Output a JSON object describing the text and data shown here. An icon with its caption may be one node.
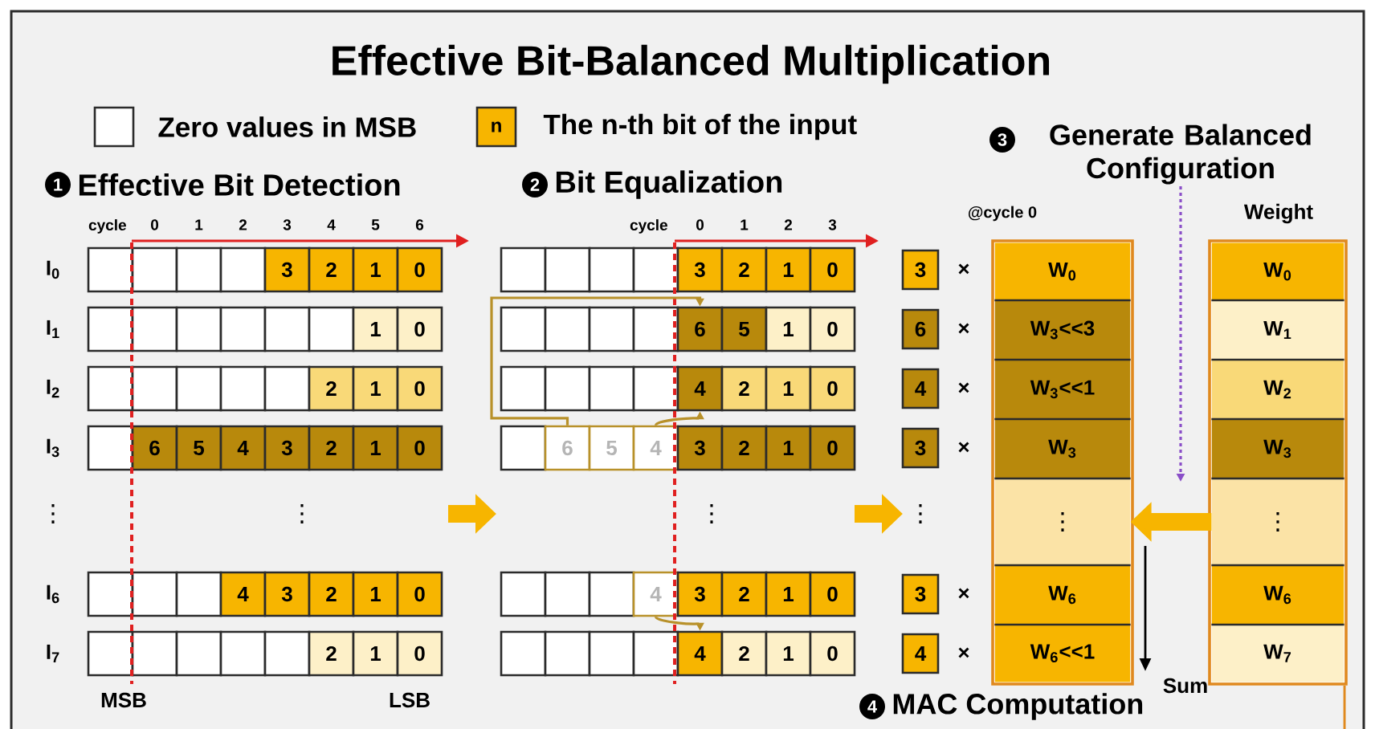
{
  "diagram": {
    "title": "Effective Bit-Balanced Multiplication",
    "nodes": [
      {
        "text": [],
        "shape": "box"
      },
      {
        "text": [],
        "shape": "box"
      },
      {
        "text": [],
        "shape": "box"
      },
      {
        "text": [],
        "shape": "box"
      },
      {
        "text": [
          "3"
        ]
      },
      {
        "text": [
          "2"
        ]
      },
      {
        "text": [
          "1"
        ]
      },
      {
        "text": [
          "0"
        ]
      },
      {
        "text": [],
        "shape": "box"
      },
      {
        "text": [],
        "shape": "box"
      },
      {
        "text": [],
        "shape": "box"
      },
      {
        "text": [],
        "shape": "box"
      },
      {
        "text": [],
        "shape": "box"
      },
      {
        "text": [],
        "shape": "box"
      },
      {
        "text": [
          "1"
        ]
      },
      {
        "text": [
          "0"
        ]
      },
      {
        "text": [],
        "shape": "box"
      },
      {
        "text": [],
        "shape": "box"
      },
      {
        "text": [],
        "shape": "box"
      },
      {
        "text": [],
        "shape": "box"
      },
      {
        "text": [],
        "shape": "box"
      },
      {
        "text": [
          "2"
        ]
      },
      {
        "text": [
          "1"
        ]
      },
      {
        "text": [
          "0"
        ]
      },
      {
        "text": [],
        "shape": "box"
      },
      {
        "text": [
          "6"
        ]
      },
      {
        "text": [
          "5"
        ]
      },
      {
        "text": [
          "4"
        ]
      },
      {
        "text": [
          "3"
        ]
      },
      {
        "text": [
          "2"
        ]
      },
      {
        "text": [
          "1"
        ]
      },
      {
        "text": [
          "0"
        ]
      },
      {
        "text": [],
        "shape": "box"
      },
      {
        "text": [],
        "shape": "box"
      },
      {
        "text": [],
        "shape": "box"
      },
      {
        "text": [
          "4"
        ]
      },
      {
        "text": [
          "3"
        ]
      },
      {
        "text": [
          "2"
        ]
      },
      {
        "text": [
          "1"
        ]
      },
      {
        "text": [
          "0"
        ]
      },
      {
        "text": [],
        "shape": "box"
      },
      {
        "text": [],
        "shape": "box"
      },
      {
        "text": [],
        "shape": "box"
      },
      {
        "text": [],
        "shape": "box"
      },
      {
        "text": [],
        "shape": "box"
      },
      {
        "text": [
          "2"
        ]
      },
      {
        "text": [
          "1"
        ]
      },
      {
        "text": [
          "0"
        ]
      },
      {
        "text": [],
        "shape": "box"
      },
      {
        "text": [],
        "shape": "box"
      },
      {
        "text": [],
        "shape": "box"
      },
      {
        "text": [],
        "shape": "box"
      },
      {
        "text": [
          "3"
        ]
      },
      {
        "text": [
          "2"
        ]
      },
      {
        "text": [
          "1"
        ]
      },
      {
        "text": [
          "0"
        ]
      },
      {
        "text": [],
        "shape": "box"
      },
      {
        "text": [],
        "shape": "box"
      },
      {
        "text": [],
        "shape": "box"
      },
      {
        "text": [],
        "shape": "box"
      },
      {
        "text": [
          "6"
        ]
      },
      {
        "text": [
          "5"
        ]
      },
      {
        "text": [
          "1"
        ]
      },
      {
        "text": [
          "0"
        ]
      },
      {
        "text": [],
        "shape": "box"
      },
      {
        "text": [],
        "shape": "box"
      },
      {
        "text": [],
        "shape": "box"
      },
      {
        "text": [],
        "shape": "box"
      },
      {
        "text": [
          "4"
        ]
      },
      {
        "text": [
          "2"
        ]
      },
      {
        "text": [
          "1"
        ]
      },
      {
        "text": [
          "0"
        ]
      },
      {
        "text": [],
        "shape": "box"
      },
      {
        "text": [
          "6"
        ]
      },
      {
        "text": [
          "5"
        ]
      },
      {
        "text": [
          "4"
        ]
      },
      {
        "text": [
          "3"
        ]
      },
      {
        "text": [
          "2"
        ]
      },
      {
        "text": [
          "1"
        ]
      },
      {
        "text": [
          "0"
        ]
      },
      {
        "text": [],
        "shape": "box"
      },
      {
        "text": [],
        "shape": "box"
      },
      {
        "text": [],
        "shape": "box"
      },
      {
        "text": [
          "4"
        ]
      },
      {
        "text": [
          "3"
        ]
      },
      {
        "text": [
          "2"
        ]
      },
      {
        "text": [
          "1"
        ]
      },
      {
        "text": [
          "0"
        ]
      },
      {
        "text": [],
        "shape": "box"
      },
      {
        "text": [],
        "shape": "box"
      },
      {
        "text": [],
        "shape": "box"
      },
      {
        "text": [],
        "shape": "box"
      },
      {
        "text": [
          "4"
        ]
      },
      {
        "text": [
          "2"
        ]
      },
      {
        "text": [
          "1"
        ]
      },
      {
        "text": [
          "0"
        ]
      },
      {
        "text": [
          "⋮"
        ]
      },
      {
        "text": [
          "⋮"
        ]
      },
      {
        "text": [
          "3",
          "Generate Balanced Configuration"
        ]
      },
      {
        "text": [
          "3"
        ]
      },
      {
        "text": [
          "6"
        ]
      },
      {
        "text": [
          "4"
        ]
      },
      {
        "text": [
          "3"
        ]
      },
      {
        "text": [
          "3"
        ]
      },
      {
        "text": [
          "4"
        ]
      },
      {
        "text": [
          "⋮"
        ]
      },
      {
        "text": [
          "@cycle 0"
        ]
      },
      {
        "text": [
          "W$_{0}$"
        ],
        "in": 106
      },
      {
        "text": [
          "W$_{3}$<<3"
        ],
        "in": 106
      },
      {
        "text": [
          "W$_{3}$<<1"
        ],
        "in": 106
      },
      {
        "text": [
          "W$_{3}$"
        ],
        "in": 106
      },
      {
        "text": [
          "⋮"
        ],
        "in": 106
      },
      {
        "text": [
          "W$_{6}$"
        ],
        "in": 106
      },
      {
        "text": [
          "W$_{6}$<<1"
        ],
        "in": 106
      },
      {
        "text": [
          "Weight"
        ]
      },
      {
        "text": [
          "W$_{0}$"
        ],
        "in": 114
      },
      {
        "text": [
          "W$_{1}$"
        ],
        "in": 114
      },
      {
        "text": [
          "W$_{2}$"
        ],
        "in": 114
      },
      {
        "text": [
          "W$_{3}$"
        ],
        "in": 114
      },
      {
        "text": [
          "⋮"
        ],
        "in": 114
      },
      {
        "text": [
          "W$_{6}$"
        ],
        "in": 114
      },
      {
        "text": [
          "W$_{7}$"
        ],
        "in": 114
      },
      {
        "text": [
          "1",
          "Effective Bit Detection"
        ]
      },
      {
        "text": [
          "2",
          "Bit Equalization"
        ]
      },
      {
        "text": [
          "4",
          "MAC Computation"
        ]
      }
    ],
    "edges": [
      {
        "from": 119,
        "to": 111,
        "arrow": "to",
        "style": "thick"
      },
      {
        "from": 98,
        "to": null,
        "arrow": "to",
        "style": "dashed",
        "color": "#8a4fc8"
      },
      {
        "from": 73,
        "to": 60,
        "arrow": "to",
        "color": "#b8912a"
      },
      {
        "from": 75,
        "to": 68,
        "arrow": "to",
        "color": "#b8912a"
      },
      {
        "from": 83,
        "to": 92,
        "arrow": "to",
        "color": "#b8912a"
      }
    ],
    "labels": [
      "n",
      "cycle",
      "0",
      "1",
      "2",
      "3",
      "4",
      "5",
      "6",
      "cycle",
      "0",
      "1",
      "2",
      "3",
      "I$_{0}$",
      "I$_{1}$",
      "I$_{2}$",
      "I$_{3}$",
      "⋮",
      "I$_{6}$",
      "I$_{7}$",
      "×",
      "×",
      "×",
      "×",
      "×",
      "×",
      "MSB",
      "LSB",
      "Sum"
    ],
    "legend": [
      {
        "text": "Zero values in MSB",
        "color": "#ffffff"
      },
      {
        "text": "The n-th bit of the input",
        "color": "#f7b500"
      }
    ]
  }
}
